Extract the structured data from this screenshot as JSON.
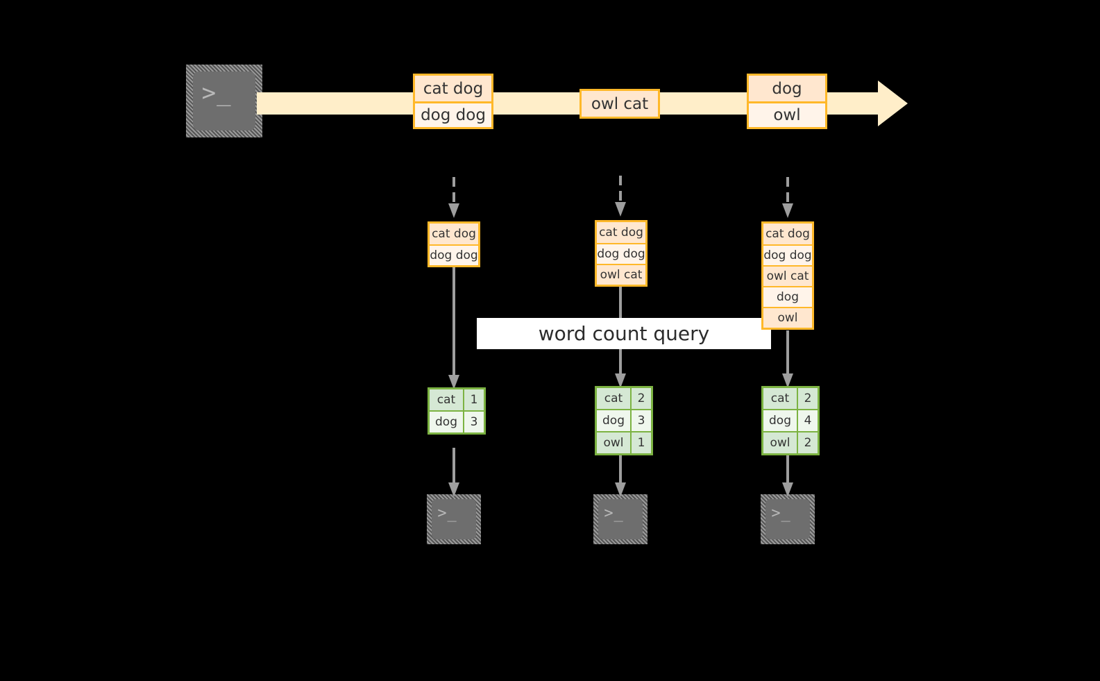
{
  "diagram": {
    "title_label": "word count query",
    "colors": {
      "stream_fill": "#ffeec9",
      "box_border": "#ffb829",
      "box_fill_dark": "#ffe7cf",
      "box_fill_light": "#fff4ea",
      "table_border": "#7cb342",
      "table_fill_dark": "#d5e8d4",
      "table_fill_light": "#eff7ed",
      "connector": "#9e9e9e",
      "terminal_body": "#6e6e6e",
      "background": "#000000"
    },
    "producer": {
      "icon": "terminal-icon",
      "glyph": ">_"
    },
    "stream": {
      "messages": [
        {
          "lines": [
            "cat dog",
            "dog dog"
          ]
        },
        {
          "lines": [
            "owl cat"
          ]
        },
        {
          "lines": [
            "dog",
            "owl"
          ]
        }
      ]
    },
    "snapshots": [
      {
        "input_lines": [
          "cat dog",
          "dog dog"
        ],
        "result_header": null,
        "result_rows": [
          {
            "word": "cat",
            "count": "1"
          },
          {
            "word": "dog",
            "count": "3"
          }
        ],
        "consumer_glyph": ">_"
      },
      {
        "input_lines": [
          "cat dog",
          "dog dog",
          "owl cat"
        ],
        "result_rows": [
          {
            "word": "cat",
            "count": "2"
          },
          {
            "word": "dog",
            "count": "3"
          },
          {
            "word": "owl",
            "count": "1"
          }
        ],
        "consumer_glyph": ">_"
      },
      {
        "input_lines": [
          "cat dog",
          "dog dog",
          "owl cat",
          "dog",
          "owl"
        ],
        "result_rows": [
          {
            "word": "cat",
            "count": "2"
          },
          {
            "word": "dog",
            "count": "4"
          },
          {
            "word": "owl",
            "count": "2"
          }
        ],
        "consumer_glyph": ">_"
      }
    ]
  }
}
